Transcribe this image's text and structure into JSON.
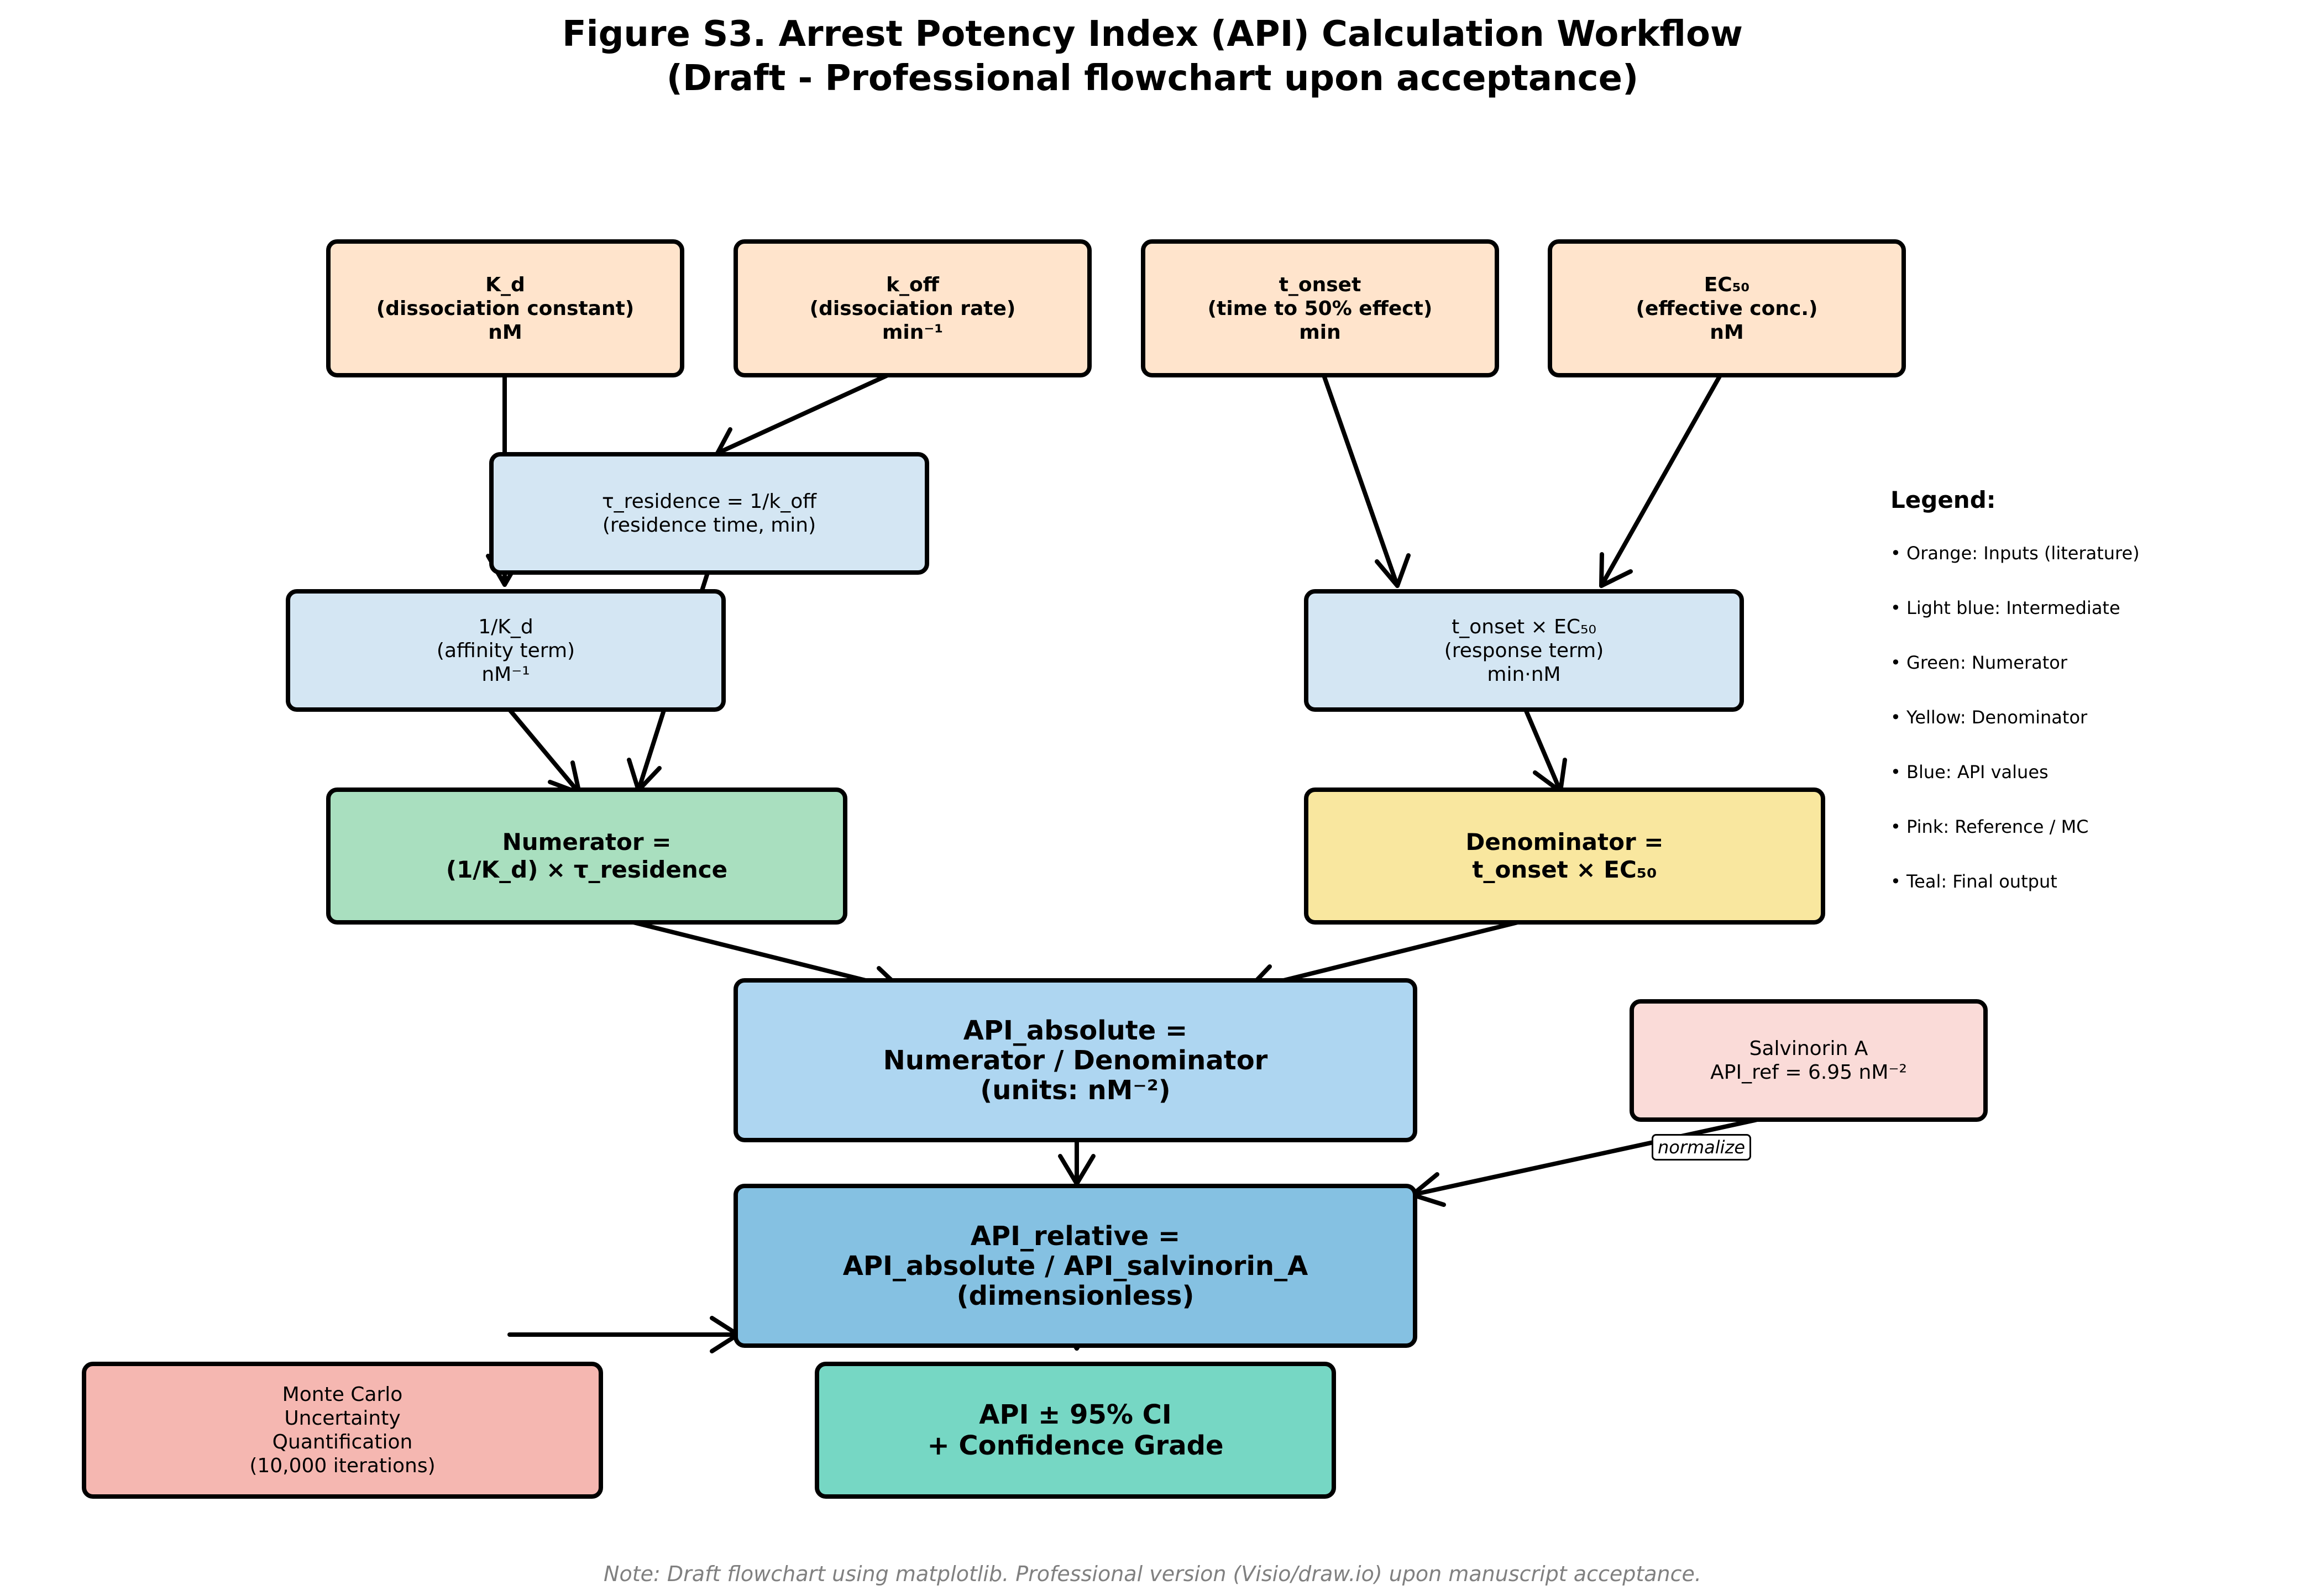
{
  "title": {
    "line1": "Figure S3. Arrest Potency Index (API) Calculation Workflow",
    "line2": "(Draft - Professional flowchart upon acceptance)"
  },
  "nodes": {
    "kd": [
      "K_d",
      "(dissociation constant)",
      "nM"
    ],
    "koff": [
      "k_off",
      "(dissociation rate)",
      "min⁻¹"
    ],
    "tonset": [
      "t_onset",
      "(time to 50% effect)",
      "min"
    ],
    "ec50": [
      "EC₅₀",
      "(effective conc.)",
      "nM"
    ],
    "tau": [
      "τ_residence = 1/k_off",
      "(residence time, min)"
    ],
    "affinity": [
      "1/K_d",
      "(affinity term)",
      "nM⁻¹"
    ],
    "response": [
      "t_onset × EC₅₀",
      "(response term)",
      "min·nM"
    ],
    "numerator": [
      "Numerator =",
      "(1/K_d) × τ_residence"
    ],
    "denominator": [
      "Denominator =",
      "t_onset × EC₅₀"
    ],
    "api_absolute": [
      "API_absolute =",
      "Numerator / Denominator",
      "(units: nM⁻²)"
    ],
    "salvinorin": [
      "Salvinorin A",
      "API_ref = 6.95 nM⁻²"
    ],
    "api_relative": [
      "API_relative =",
      "API_absolute / API_salvinorin_A",
      "(dimensionless)"
    ],
    "monte_carlo": [
      "Monte Carlo",
      "Uncertainty",
      "Quantification",
      "(10,000 iterations)"
    ],
    "final": [
      "API ± 95% CI",
      "+ Confidence Grade"
    ]
  },
  "edge_label": "normalize",
  "legend": {
    "title": "Legend:",
    "items": [
      "• Orange: Inputs (literature)",
      "• Light blue: Intermediate",
      "• Green: Numerator",
      "• Yellow: Denominator",
      "• Blue: API values",
      "• Pink: Reference / MC",
      "• Teal: Final output"
    ]
  },
  "note": "Note: Draft flowchart using matplotlib. Professional version (Visio/draw.io) upon manuscript acceptance.",
  "colors": {
    "input": "#ffe4cc",
    "intermediate": "#d4e6f3",
    "numerator": "#a9dfbf",
    "denominator": "#f9e79f",
    "api_absolute": "#aed6f1",
    "api_relative": "#85c1e2",
    "reference": "#fadbd8",
    "monte_carlo": "#f5b7b1",
    "final": "#76d7c4"
  }
}
